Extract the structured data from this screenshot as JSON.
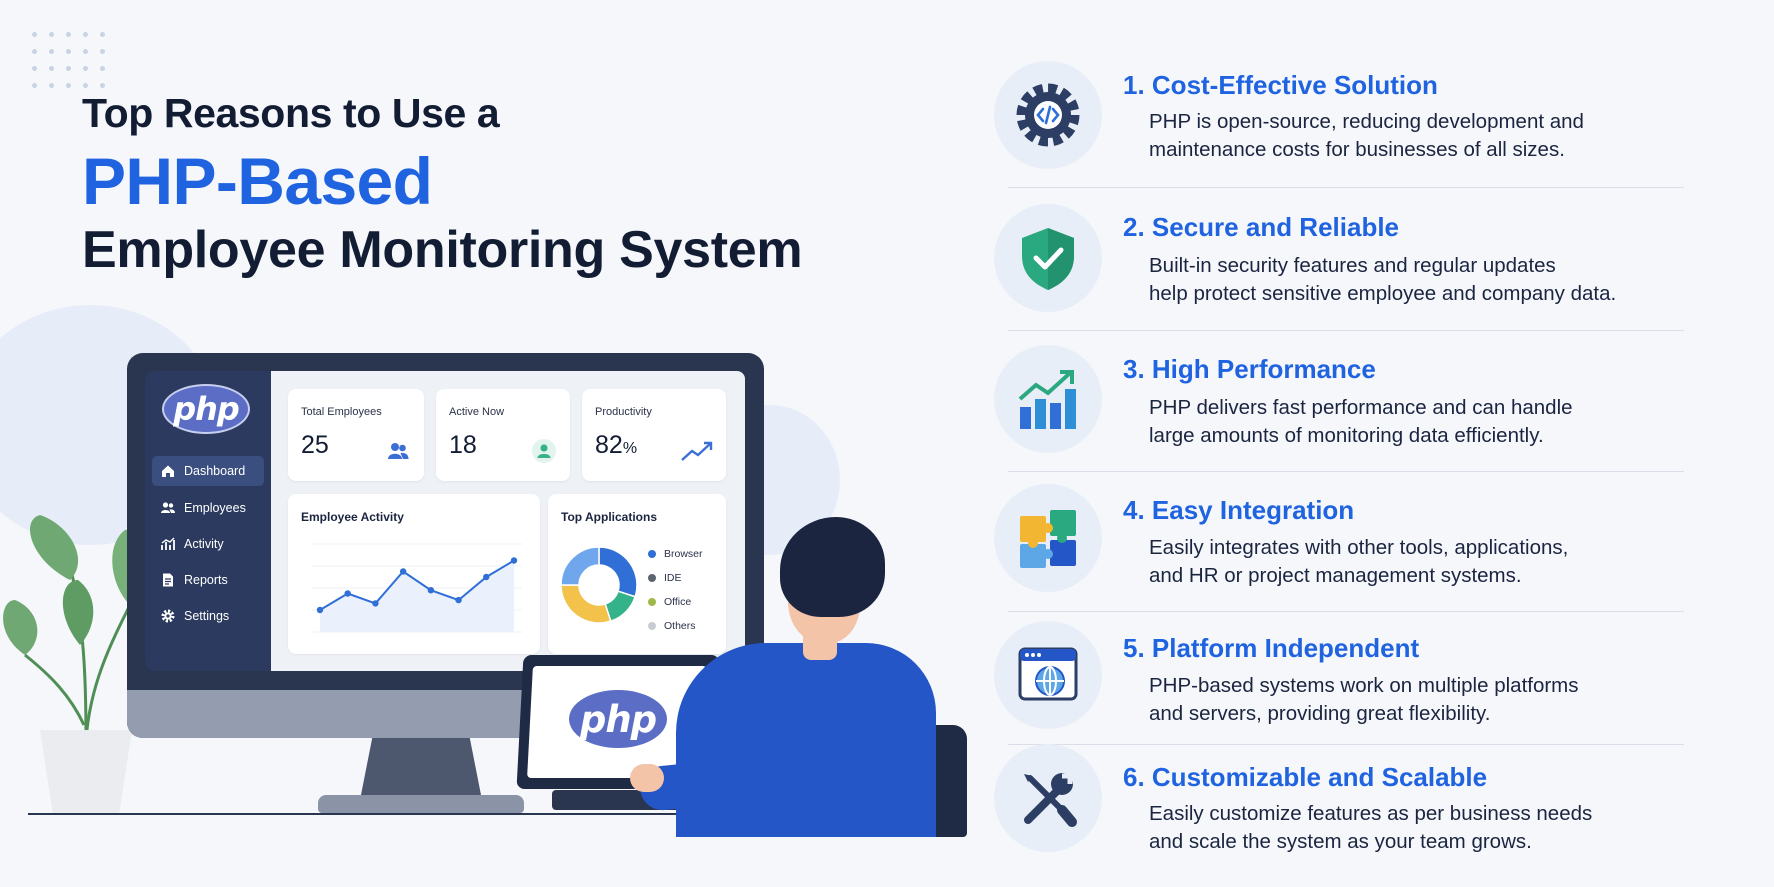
{
  "heading": {
    "line1": "Top Reasons to Use a",
    "line2": "PHP-Based",
    "line3": "Employee Monitoring System"
  },
  "dashboard": {
    "logo": "php",
    "nav": [
      {
        "label": "Dashboard",
        "icon": "home-icon",
        "active": true
      },
      {
        "label": "Employees",
        "icon": "users-icon"
      },
      {
        "label": "Activity",
        "icon": "activity-icon"
      },
      {
        "label": "Reports",
        "icon": "document-icon"
      },
      {
        "label": "Settings",
        "icon": "gear-icon"
      }
    ],
    "stats": [
      {
        "label": "Total Employees",
        "value": "25",
        "icon": "users-icon"
      },
      {
        "label": "Active Now",
        "value": "18",
        "icon": "user-icon"
      },
      {
        "label": "Productivity",
        "value": "82",
        "unit": "%",
        "icon": "trend-up-icon"
      }
    ],
    "activity": {
      "title": "Employee Activity",
      "values": [
        2.0,
        3.5,
        2.6,
        5.5,
        3.8,
        2.9,
        5.0,
        6.5
      ]
    },
    "apps": {
      "title": "Top Applications",
      "legend": [
        {
          "name": "Browser",
          "color": "#2f6fd6"
        },
        {
          "name": "IDE",
          "color": "#5c6470"
        },
        {
          "name": "Office",
          "color": "#9fb84a"
        },
        {
          "name": "Others",
          "color": "#c8ccd3"
        }
      ],
      "slices": [
        {
          "value": 30,
          "color": "#2f6fd6"
        },
        {
          "value": 15,
          "color": "#34b38a"
        },
        {
          "value": 30,
          "color": "#f2c24a"
        },
        {
          "value": 25,
          "color": "#6fa6ec"
        }
      ]
    }
  },
  "laptop": {
    "logo": "php"
  },
  "reasons": [
    {
      "title": "1. Cost-Effective Solution",
      "desc1": "PHP is open-source, reducing development and",
      "desc2": "maintenance costs for businesses of all sizes.",
      "icon": "gear-code-icon"
    },
    {
      "title": "2. Secure and Reliable",
      "desc1": "Built-in security features and regular updates",
      "desc2": "help protect sensitive employee and company data.",
      "icon": "shield-check-icon"
    },
    {
      "title": "3. High Performance",
      "desc1": "PHP delivers fast performance and can handle",
      "desc2": "large amounts of monitoring data efficiently.",
      "icon": "bar-chart-up-icon"
    },
    {
      "title": "4. Easy Integration",
      "desc1": "Easily integrates with other tools, applications,",
      "desc2": "and HR or project management systems.",
      "icon": "puzzle-icon"
    },
    {
      "title": "5. Platform Independent",
      "desc1": "PHP-based systems work on multiple platforms",
      "desc2": "and servers, providing great flexibility.",
      "icon": "browser-globe-icon"
    },
    {
      "title": "6. Customizable and Scalable",
      "desc1": "Easily customize features as per business needs",
      "desc2": "and scale the system as your team grows.",
      "icon": "wrench-screwdriver-icon"
    }
  ]
}
